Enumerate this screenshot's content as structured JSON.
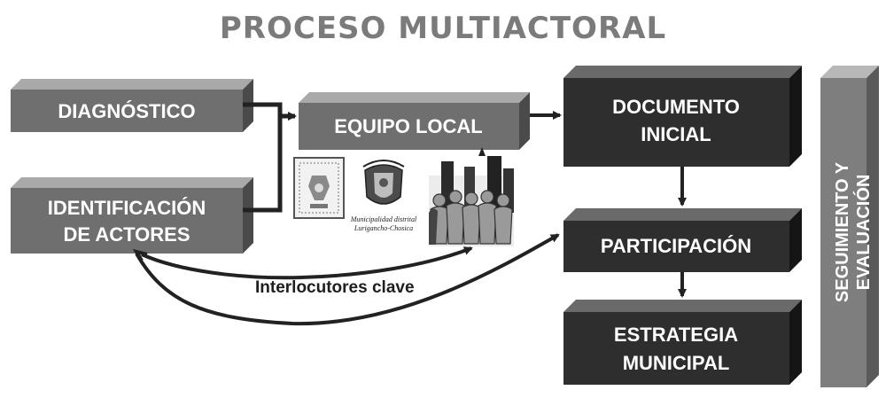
{
  "title": "PROCESO MULTIACTORAL",
  "nodes": {
    "diagnostico": "DIAGNÓSTICO",
    "identificacion_line1": "IDENTIFICACIÓN",
    "identificacion_line2": "DE ACTORES",
    "equipo_local": "EQUIPO LOCAL",
    "documento_line1": "DOCUMENTO",
    "documento_line2": "INICIAL",
    "participacion": "PARTICIPACIÓN",
    "estrategia_line1": "ESTRATEGIA",
    "estrategia_line2": "MUNICIPAL",
    "seguimiento_line1": "SEGUIMIENTO Y",
    "seguimiento_line2": "EVALUACIÓN"
  },
  "edge_labels": {
    "interlocutores": "Interlocutores clave"
  },
  "logos": {
    "municipalidad_line1": "Municipalidad distrital",
    "municipalidad_line2": "Lurigancho-Chosica"
  },
  "colors": {
    "light_box": "#6f6f6f",
    "light_box_top": "#a9a9a9",
    "light_box_side": "#4a4a4a",
    "dark_box": "#2e2e2e",
    "dark_box_top": "#6a6a6a",
    "dark_box_side": "#151515",
    "arrow": "#222222",
    "title": "#7b7b7b"
  }
}
